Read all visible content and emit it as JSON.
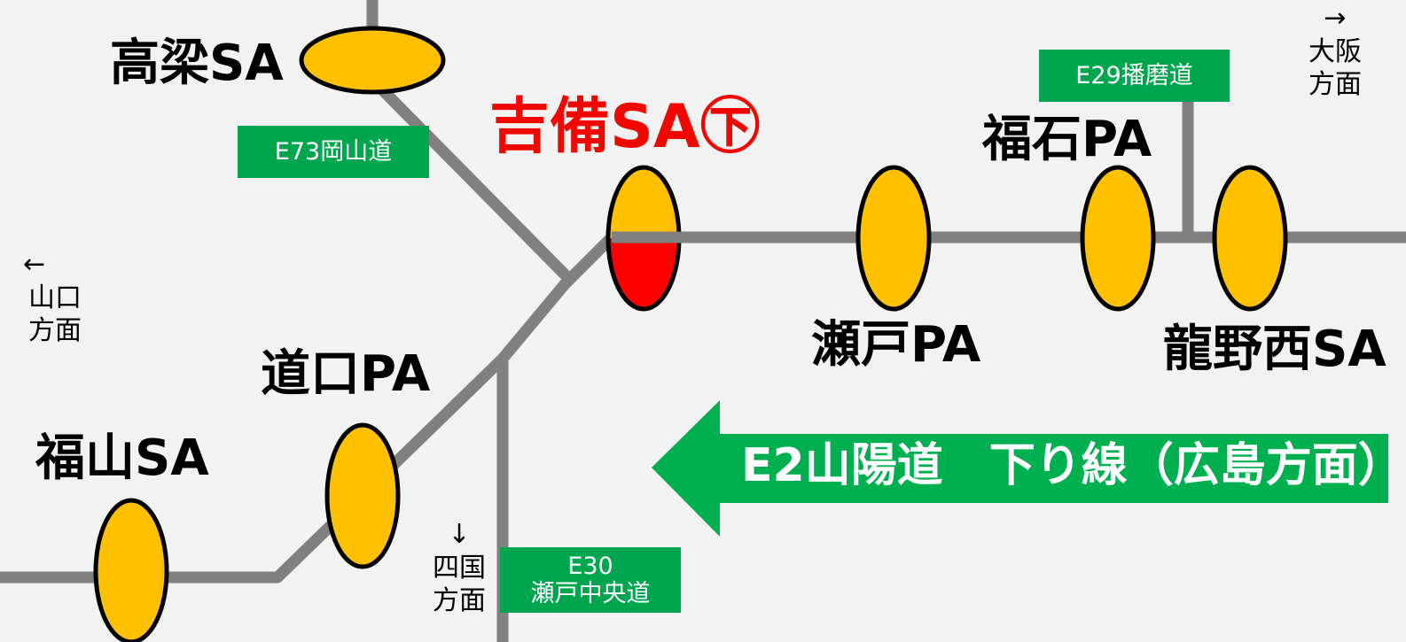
{
  "map": {
    "facilities": {
      "takahashi": "高梁SA",
      "kibi": "吉備SA㊦",
      "fukuishi": "福石PA",
      "seto": "瀬戸PA",
      "tatsunonishi": "龍野西SA",
      "michiguchi": "道口PA",
      "fukuyama": "福山SA"
    },
    "signs": {
      "e73": "E73岡山道",
      "e29": "E29播磨道",
      "e30_line1": "E30",
      "e30_line2": "瀬戸中央道"
    },
    "directions": {
      "osaka_arrow": "→",
      "osaka_1": "大阪",
      "osaka_2": "方面",
      "yamaguchi_arrow": "←",
      "yamaguchi_1": "山口",
      "yamaguchi_2": "方面",
      "shikoku_arrow": "↓",
      "shikoku_1": "四国",
      "shikoku_2": "方面"
    },
    "route_banner": "E2山陽道　下り線（広島方面）",
    "colors": {
      "road": "#808080",
      "facility_fill": "#ffc000",
      "current_facility_fill": "#ff0000",
      "highlight_text": "#f00800",
      "sign_bg": "#00a54f",
      "background": "#f2f2f2"
    }
  }
}
